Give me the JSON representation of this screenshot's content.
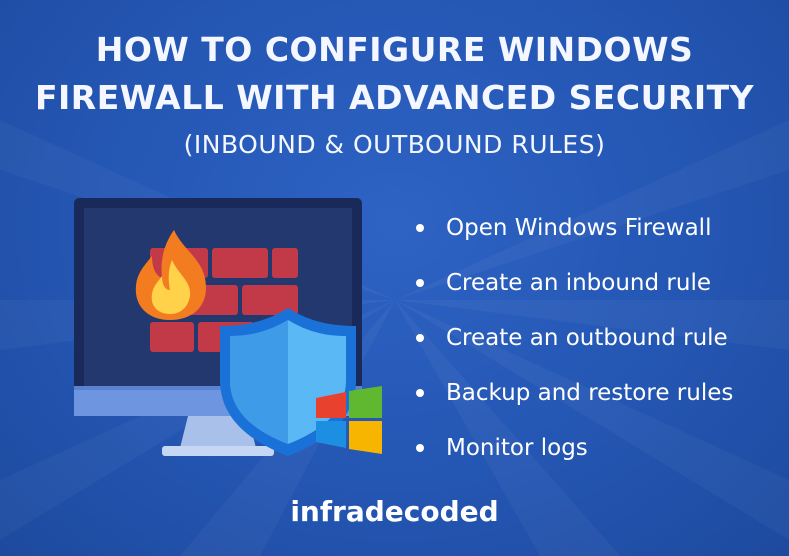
{
  "header": {
    "title_line1": "HOW TO CONFIGURE WINDOWS",
    "title_line2": "FIREWALL WITH ADVANCED SECURITY",
    "subtitle": "(INBOUND & OUTBOUND RULES)"
  },
  "steps": [
    "Open Windows Firewall",
    "Create an inbound rule",
    "Create an outbound rule",
    "Backup and restore rules",
    "Monitor logs"
  ],
  "footer": {
    "brand": "infradecoded"
  },
  "colors": {
    "background": "#2456b3",
    "monitor_frame": "#19295a",
    "monitor_screen": "#23386e",
    "monitor_stand": "#a9c1ea",
    "bricks": "#c23a47",
    "flame_outer": "#f47c20",
    "flame_inner": "#ffd24a",
    "shield_light": "#5ab8f5",
    "shield_dark": "#1a72d8",
    "logo_red": "#e8412d",
    "logo_green": "#5fb830",
    "logo_blue": "#1d8fe3",
    "logo_yellow": "#f7b500"
  },
  "icons": {
    "monitor": "monitor-icon",
    "firewall": "brick-wall-icon",
    "flame": "flame-icon",
    "shield": "shield-icon",
    "windows_logo": "windows-logo-icon"
  }
}
